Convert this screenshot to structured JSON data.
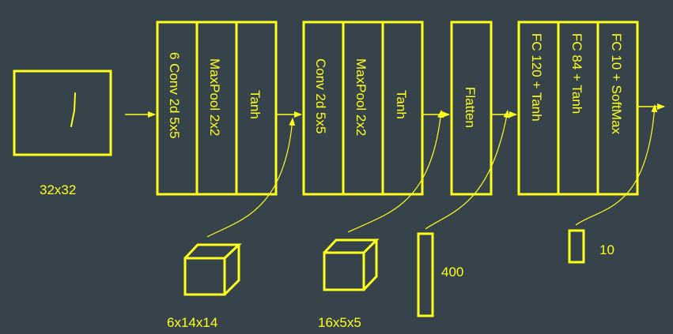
{
  "colors": {
    "background": "#36434b",
    "accent": "#ffff1e"
  },
  "input": {
    "size_label": "32x32"
  },
  "block1": {
    "layers": [
      "6 Conv 2d 5x5",
      "MaxPool 2x2",
      "Tanh"
    ]
  },
  "block2": {
    "layers": [
      "Conv 2d 5x5",
      "MaxPool 2x2",
      "Tanh"
    ]
  },
  "flatten": {
    "label": "Flatten"
  },
  "fc_block": {
    "layers": [
      "FC 120 + Tanh",
      "FC 84 + Tanh",
      "FC 10 + SoftMax"
    ]
  },
  "outputs": {
    "block1_shape": "6x14x14",
    "block2_shape": "16x5x5",
    "flatten_size": "400",
    "final_size": "10"
  }
}
